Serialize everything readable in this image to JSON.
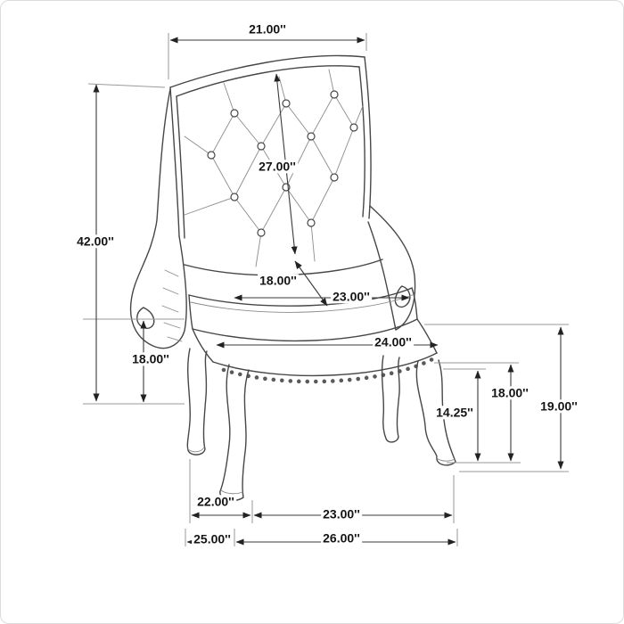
{
  "diagram": {
    "subject": "tufted-wingback-arm-chair-dimension-diagram"
  },
  "colors": {
    "background": "#ffffff",
    "chair_line": "#474747",
    "dimension_line": "#3a3a3a",
    "extension_line": "#9a9a9a",
    "label_text": "#141414"
  },
  "dimensions": {
    "back_width_top": "21.00''",
    "overall_height": "42.00''",
    "back_length_diagonal": "27.00''",
    "seat_depth_diagonal": "18.00''",
    "seat_width": "23.00''",
    "seat_front_width": "24.00''",
    "arm_height_left": "18.00''",
    "apron_height": "14.25''",
    "seat_height_front": "18.00''",
    "seat_height_back": "19.00''",
    "leg_span_side": "22.00''",
    "leg_span_front": "23.00''",
    "overall_depth": "25.00''",
    "overall_width": "26.00''"
  }
}
